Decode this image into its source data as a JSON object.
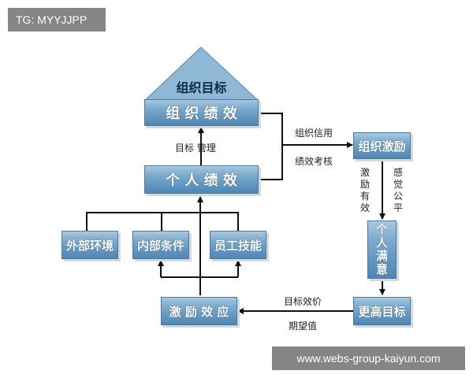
{
  "watermarks": {
    "top_left": "TG: MYYJJPP",
    "bottom_right": "www.webs-group-kaiyun.com"
  },
  "nodes": {
    "org_goal": "组织目标",
    "org_perf": "组 织 绩 效",
    "ind_perf": "个 人 绩 效",
    "external_env": "外部环境",
    "internal_cond": "内部条件",
    "staff_skill": "员工技能",
    "incentive_effect": "激 励 效 应",
    "org_incentive": "组织激励",
    "ind_satisfaction": "个人满意",
    "higher_goal": "更高目标"
  },
  "labels": {
    "goal_mgmt": "目标 管理",
    "org_credit": "组织信用",
    "perf_eval": "绩效考核",
    "incentive_valid": "激励有效",
    "feel_fair": "感觉公平",
    "goal_value": "目标效价",
    "expectation": "期望值"
  },
  "colors": {
    "box_gradient_top": "#a7c8df",
    "box_gradient_bottom": "#4f86b3",
    "line": "#111111"
  }
}
